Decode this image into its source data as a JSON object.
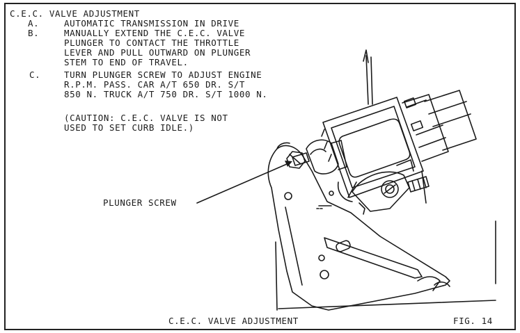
{
  "title": "C.E.C. VALVE ADJUSTMENT",
  "steps": [
    {
      "marker": "A.",
      "lines": [
        "AUTOMATIC TRANSMISSION IN DRIVE"
      ]
    },
    {
      "marker": "B.",
      "lines": [
        "MANUALLY EXTEND THE C.E.C. VALVE",
        "PLUNGER TO CONTACT THE THROTTLE",
        "LEVER AND PULL OUTWARD ON PLUNGER",
        "STEM TO END OF TRAVEL."
      ]
    },
    {
      "marker": "C.",
      "lines": [
        "TURN PLUNGER SCREW TO ADJUST ENGINE",
        "R.P.M. PASS. CAR A/T 650 DR. S/T",
        "850 N. TRUCK A/T 750 DR. S/T 1000 N."
      ]
    }
  ],
  "caution": [
    "(CAUTION: C.E.C. VALVE IS NOT",
    "USED TO SET CURB IDLE.)"
  ],
  "callout_label": "PLUNGER SCREW",
  "caption": "C.E.C. VALVE ADJUSTMENT",
  "figure_number": "FIG. 14",
  "colors": {
    "ink": "#1a1a1a",
    "paper": "#ffffff"
  }
}
